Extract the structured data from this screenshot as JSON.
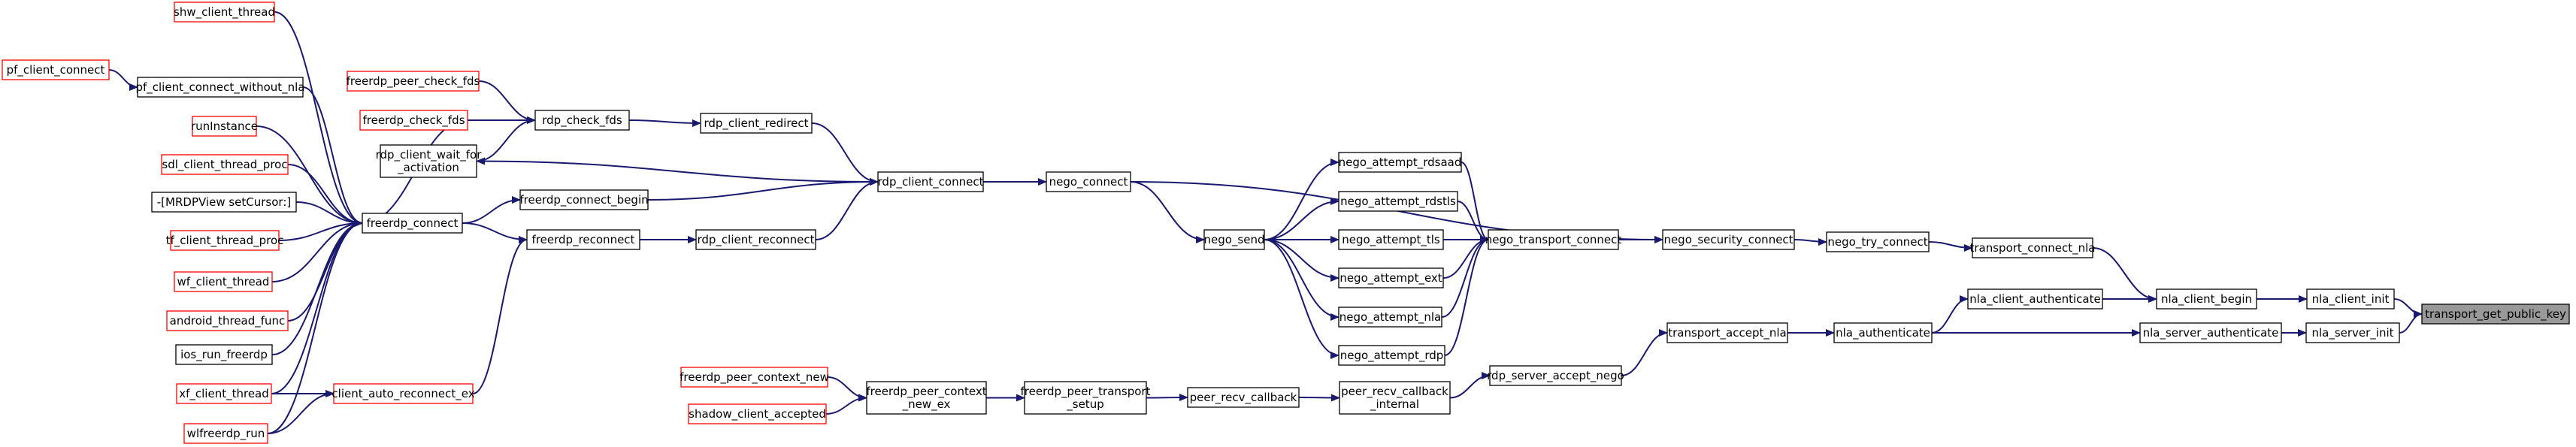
{
  "colors": {
    "edge": "#191970",
    "box_border_linked": "#000000",
    "box_border_truncated": "#ff0000",
    "highlight_fill": "#999999",
    "box_fill": "#ffffff"
  },
  "nodes": [
    {
      "id": "shw_client_thread",
      "lines": [
        "shw_client_thread"
      ],
      "truncated": true
    },
    {
      "id": "pf_client_connect",
      "lines": [
        "pf_client_connect"
      ],
      "truncated": true
    },
    {
      "id": "pf_client_connect_without_nla",
      "lines": [
        "pf_client_connect_without_nla"
      ],
      "truncated": false
    },
    {
      "id": "freerdp_peer_check_fds",
      "lines": [
        "freerdp_peer_check_fds"
      ],
      "truncated": true
    },
    {
      "id": "freerdp_check_fds",
      "lines": [
        "freerdp_check_fds"
      ],
      "truncated": true
    },
    {
      "id": "rdp_check_fds",
      "lines": [
        "rdp_check_fds"
      ],
      "truncated": false
    },
    {
      "id": "rdp_client_redirect",
      "lines": [
        "rdp_client_redirect"
      ],
      "truncated": false
    },
    {
      "id": "runInstance",
      "lines": [
        "runInstance"
      ],
      "truncated": true
    },
    {
      "id": "rdp_client_wait_for_activation",
      "lines": [
        "rdp_client_wait_for",
        "_activation"
      ],
      "truncated": false
    },
    {
      "id": "sdl_client_thread_proc",
      "lines": [
        "sdl_client_thread_proc"
      ],
      "truncated": true
    },
    {
      "id": "rdp_client_connect",
      "lines": [
        "rdp_client_connect"
      ],
      "truncated": false
    },
    {
      "id": "nego_connect",
      "lines": [
        "nego_connect"
      ],
      "truncated": false
    },
    {
      "id": "nego_attempt_rdsaad",
      "lines": [
        "nego_attempt_rdsaad"
      ],
      "truncated": false
    },
    {
      "id": "MRDPView_setCursor",
      "lines": [
        "-[MRDPView setCursor:]"
      ],
      "truncated": false
    },
    {
      "id": "freerdp_connect_begin",
      "lines": [
        "freerdp_connect_begin"
      ],
      "truncated": false
    },
    {
      "id": "nego_attempt_rdstls",
      "lines": [
        "nego_attempt_rdstls"
      ],
      "truncated": false
    },
    {
      "id": "freerdp_connect",
      "lines": [
        "freerdp_connect"
      ],
      "truncated": false
    },
    {
      "id": "tf_client_thread_proc",
      "lines": [
        "tf_client_thread_proc"
      ],
      "truncated": true
    },
    {
      "id": "freerdp_reconnect",
      "lines": [
        "freerdp_reconnect"
      ],
      "truncated": false
    },
    {
      "id": "rdp_client_reconnect",
      "lines": [
        "rdp_client_reconnect"
      ],
      "truncated": false
    },
    {
      "id": "nego_send",
      "lines": [
        "nego_send"
      ],
      "truncated": false
    },
    {
      "id": "nego_attempt_tls",
      "lines": [
        "nego_attempt_tls"
      ],
      "truncated": false
    },
    {
      "id": "nego_transport_connect",
      "lines": [
        "nego_transport_connect"
      ],
      "truncated": false
    },
    {
      "id": "nego_security_connect",
      "lines": [
        "nego_security_connect"
      ],
      "truncated": false
    },
    {
      "id": "nego_try_connect",
      "lines": [
        "nego_try_connect"
      ],
      "truncated": false
    },
    {
      "id": "transport_connect_nla",
      "lines": [
        "transport_connect_nla"
      ],
      "truncated": false
    },
    {
      "id": "wf_client_thread",
      "lines": [
        "wf_client_thread"
      ],
      "truncated": true
    },
    {
      "id": "nego_attempt_ext",
      "lines": [
        "nego_attempt_ext"
      ],
      "truncated": false
    },
    {
      "id": "nla_client_authenticate",
      "lines": [
        "nla_client_authenticate"
      ],
      "truncated": false
    },
    {
      "id": "nla_client_begin",
      "lines": [
        "nla_client_begin"
      ],
      "truncated": false
    },
    {
      "id": "nla_client_init",
      "lines": [
        "nla_client_init"
      ],
      "truncated": false
    },
    {
      "id": "transport_get_public_key",
      "lines": [
        "transport_get_public_key"
      ],
      "truncated": false,
      "highlight": true
    },
    {
      "id": "android_thread_func",
      "lines": [
        "android_thread_func"
      ],
      "truncated": true
    },
    {
      "id": "nego_attempt_nla",
      "lines": [
        "nego_attempt_nla"
      ],
      "truncated": false
    },
    {
      "id": "transport_accept_nla",
      "lines": [
        "transport_accept_nla"
      ],
      "truncated": false
    },
    {
      "id": "nla_authenticate",
      "lines": [
        "nla_authenticate"
      ],
      "truncated": false
    },
    {
      "id": "nla_server_authenticate",
      "lines": [
        "nla_server_authenticate"
      ],
      "truncated": false
    },
    {
      "id": "nla_server_init",
      "lines": [
        "nla_server_init"
      ],
      "truncated": false
    },
    {
      "id": "ios_run_freerdp",
      "lines": [
        "ios_run_freerdp"
      ],
      "truncated": false
    },
    {
      "id": "nego_attempt_rdp",
      "lines": [
        "nego_attempt_rdp"
      ],
      "truncated": false
    },
    {
      "id": "rdp_server_accept_nego",
      "lines": [
        "rdp_server_accept_nego"
      ],
      "truncated": false
    },
    {
      "id": "xf_client_thread",
      "lines": [
        "xf_client_thread"
      ],
      "truncated": true
    },
    {
      "id": "client_auto_reconnect_ex",
      "lines": [
        "client_auto_reconnect_ex"
      ],
      "truncated": true
    },
    {
      "id": "freerdp_peer_context_new",
      "lines": [
        "freerdp_peer_context_new"
      ],
      "truncated": true
    },
    {
      "id": "freerdp_peer_context_new_ex",
      "lines": [
        "freerdp_peer_context",
        "_new_ex"
      ],
      "truncated": false
    },
    {
      "id": "freerdp_peer_transport_setup",
      "lines": [
        "freerdp_peer_transport",
        "_setup"
      ],
      "truncated": false
    },
    {
      "id": "peer_recv_callback",
      "lines": [
        "peer_recv_callback"
      ],
      "truncated": false
    },
    {
      "id": "peer_recv_callback_internal",
      "lines": [
        "peer_recv_callback",
        "_internal"
      ],
      "truncated": false
    },
    {
      "id": "shadow_client_accepted",
      "lines": [
        "shadow_client_accepted"
      ],
      "truncated": true
    },
    {
      "id": "wlfreerdp_run",
      "lines": [
        "wlfreerdp_run"
      ],
      "truncated": true
    }
  ],
  "edges": [
    [
      "transport_get_public_key",
      "nla_client_init"
    ],
    [
      "transport_get_public_key",
      "nla_server_init"
    ],
    [
      "nla_client_init",
      "nla_client_begin"
    ],
    [
      "nla_server_init",
      "nla_server_authenticate"
    ],
    [
      "nla_client_begin",
      "transport_connect_nla"
    ],
    [
      "nla_client_begin",
      "nla_client_authenticate"
    ],
    [
      "nla_server_authenticate",
      "nla_authenticate"
    ],
    [
      "nla_client_authenticate",
      "nla_authenticate"
    ],
    [
      "transport_connect_nla",
      "nego_try_connect"
    ],
    [
      "nego_try_connect",
      "nego_security_connect"
    ],
    [
      "nla_authenticate",
      "transport_accept_nla"
    ],
    [
      "transport_accept_nla",
      "rdp_server_accept_nego"
    ],
    [
      "rdp_server_accept_nego",
      "peer_recv_callback_internal"
    ],
    [
      "peer_recv_callback_internal",
      "peer_recv_callback"
    ],
    [
      "peer_recv_callback",
      "freerdp_peer_transport_setup"
    ],
    [
      "freerdp_peer_transport_setup",
      "freerdp_peer_context_new_ex"
    ],
    [
      "freerdp_peer_context_new_ex",
      "freerdp_peer_context_new"
    ],
    [
      "freerdp_peer_context_new_ex",
      "shadow_client_accepted"
    ],
    [
      "nego_security_connect",
      "nego_connect"
    ],
    [
      "nego_security_connect",
      "nego_transport_connect"
    ],
    [
      "nego_transport_connect",
      "nego_attempt_rdsaad"
    ],
    [
      "nego_transport_connect",
      "nego_attempt_rdstls"
    ],
    [
      "nego_transport_connect",
      "nego_attempt_tls"
    ],
    [
      "nego_transport_connect",
      "nego_attempt_ext"
    ],
    [
      "nego_transport_connect",
      "nego_attempt_nla"
    ],
    [
      "nego_transport_connect",
      "nego_attempt_rdp"
    ],
    [
      "nego_attempt_rdsaad",
      "nego_send"
    ],
    [
      "nego_attempt_rdstls",
      "nego_send"
    ],
    [
      "nego_attempt_tls",
      "nego_send"
    ],
    [
      "nego_attempt_ext",
      "nego_send"
    ],
    [
      "nego_attempt_nla",
      "nego_send"
    ],
    [
      "nego_attempt_rdp",
      "nego_send"
    ],
    [
      "nego_send",
      "nego_connect"
    ],
    [
      "nego_connect",
      "rdp_client_connect"
    ],
    [
      "rdp_client_connect",
      "rdp_client_redirect"
    ],
    [
      "rdp_client_connect",
      "rdp_client_wait_for_activation"
    ],
    [
      "rdp_client_connect",
      "freerdp_connect_begin"
    ],
    [
      "rdp_client_connect",
      "rdp_client_reconnect"
    ],
    [
      "rdp_client_redirect",
      "rdp_check_fds"
    ],
    [
      "rdp_client_wait_for_activation",
      "rdp_check_fds"
    ],
    [
      "rdp_client_reconnect",
      "freerdp_reconnect"
    ],
    [
      "rdp_check_fds",
      "freerdp_peer_check_fds"
    ],
    [
      "rdp_check_fds",
      "freerdp_check_fds"
    ],
    [
      "freerdp_check_fds",
      "freerdp_connect"
    ],
    [
      "freerdp_connect_begin",
      "freerdp_connect"
    ],
    [
      "freerdp_reconnect",
      "freerdp_connect"
    ],
    [
      "freerdp_reconnect",
      "client_auto_reconnect_ex"
    ],
    [
      "client_auto_reconnect_ex",
      "xf_client_thread"
    ],
    [
      "client_auto_reconnect_ex",
      "wlfreerdp_run"
    ],
    [
      "freerdp_connect",
      "shw_client_thread"
    ],
    [
      "freerdp_connect",
      "pf_client_connect_without_nla"
    ],
    [
      "freerdp_connect",
      "runInstance"
    ],
    [
      "freerdp_connect",
      "sdl_client_thread_proc"
    ],
    [
      "freerdp_connect",
      "MRDPView_setCursor"
    ],
    [
      "freerdp_connect",
      "tf_client_thread_proc"
    ],
    [
      "freerdp_connect",
      "wf_client_thread"
    ],
    [
      "freerdp_connect",
      "android_thread_func"
    ],
    [
      "freerdp_connect",
      "ios_run_freerdp"
    ],
    [
      "freerdp_connect",
      "xf_client_thread"
    ],
    [
      "freerdp_connect",
      "wlfreerdp_run"
    ],
    [
      "pf_client_connect_without_nla",
      "pf_client_connect"
    ]
  ]
}
